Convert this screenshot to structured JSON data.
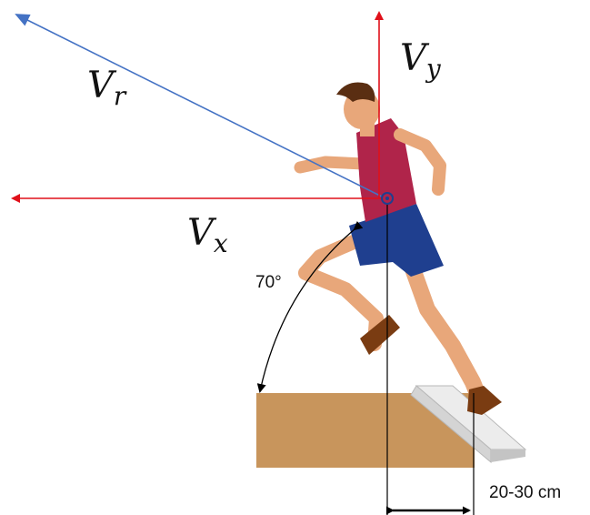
{
  "vectors": {
    "vr": {
      "symbol": "V",
      "subscript": "r",
      "color": "#4472c4"
    },
    "vy": {
      "symbol": "V",
      "subscript": "y",
      "color": "#e0101a"
    },
    "vx": {
      "symbol": "V",
      "subscript": "x",
      "color": "#e0101a"
    }
  },
  "angle_label": "70°",
  "distance_label": "20-30 cm",
  "colors": {
    "sand_pit": "#c8955c",
    "takeoff_board": "#e6e6e6",
    "shirt": "#b0244a",
    "shorts": "#1f3f8f",
    "skin": "#e8a77a",
    "hair": "#5a2e12",
    "shoe": "#7a3c12"
  }
}
